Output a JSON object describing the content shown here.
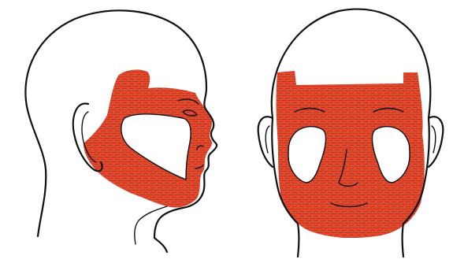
{
  "figure": {
    "panels": [
      {
        "view": "profile",
        "shading_region": "face-mask"
      },
      {
        "view": "frontal",
        "shading_region": "face-mask"
      }
    ]
  },
  "colors": {
    "shading": "#e8472a",
    "outline": "#111111",
    "background": "#ffffff",
    "texture": "#2a2a2a"
  }
}
